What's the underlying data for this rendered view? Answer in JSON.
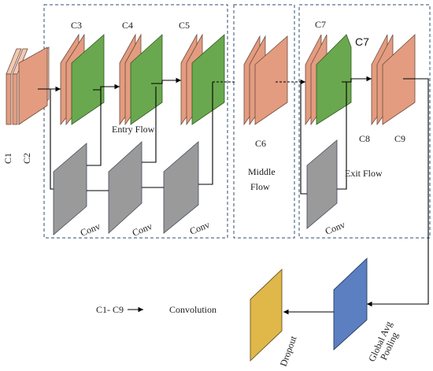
{
  "stages": {
    "entry_flow": "Entry Flow",
    "middle_flow_line1": "Middle",
    "middle_flow_line2": "Flow",
    "exit_flow": "Exit Flow"
  },
  "layers": {
    "c1": "C1",
    "c2": "C2",
    "c3": "C3",
    "c4": "C4",
    "c5": "C5",
    "c6": "C6",
    "c7": "C7",
    "c7_bold": "C7",
    "c8": "C8",
    "c9": "C9"
  },
  "conv_labels": [
    "Conv",
    "Conv",
    "Conv",
    "Conv"
  ],
  "head": {
    "global_avg_line1": "Global Avg",
    "global_avg_line2": "Pooling",
    "dropout": "Dropout"
  },
  "legend": {
    "range": "C1- C9",
    "meaning": "Convolution"
  },
  "colors": {
    "conv_block": "#e39c80",
    "separable_block": "#6aa84f",
    "shortcut_conv": "#9a9a9a",
    "global_avg_pooling": "#5b7fc0",
    "dropout": "#e0b84a"
  }
}
